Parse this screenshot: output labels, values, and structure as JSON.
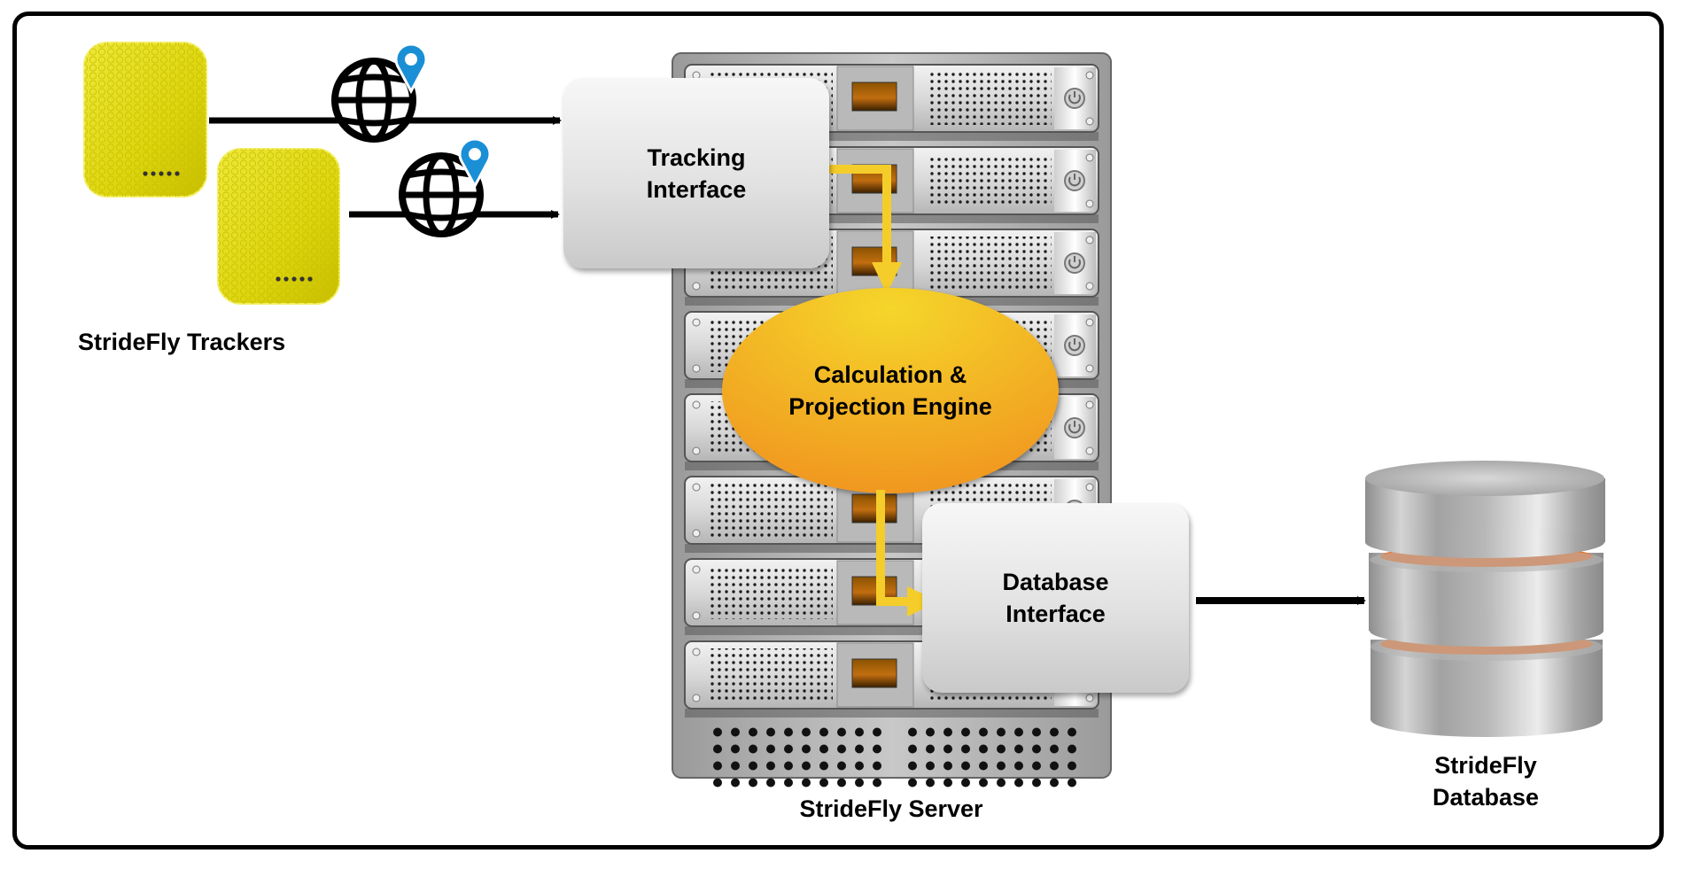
{
  "diagram": {
    "title": "StrideFly system architecture",
    "trackers": {
      "label": "StrideFly Trackers",
      "count": 2,
      "color": "#e3dc12"
    },
    "server": {
      "label": "StrideFly Server",
      "rack_units": 8
    },
    "tracking_interface": {
      "line1": "Tracking",
      "line2": "Interface"
    },
    "engine": {
      "line1": "Calculation &",
      "line2": "Projection Engine",
      "color_top": "#f5d62a",
      "color_bottom": "#f0901e"
    },
    "database_interface": {
      "line1": "Database",
      "line2": "Interface"
    },
    "database": {
      "line1": "StrideFly",
      "line2": "Database",
      "ring_color": "#ee6b1e"
    },
    "colors": {
      "flow_internal": "#f4cd2a",
      "flow_external": "#000000",
      "pin": "#1a8fd6"
    },
    "connections": [
      {
        "from": "tracker-1",
        "to": "tracking-interface",
        "via": "globe-location-icon"
      },
      {
        "from": "tracker-2",
        "to": "tracking-interface",
        "via": "globe-location-icon"
      },
      {
        "from": "tracking-interface",
        "to": "engine"
      },
      {
        "from": "engine",
        "to": "database-interface"
      },
      {
        "from": "database-interface",
        "to": "database"
      }
    ]
  }
}
